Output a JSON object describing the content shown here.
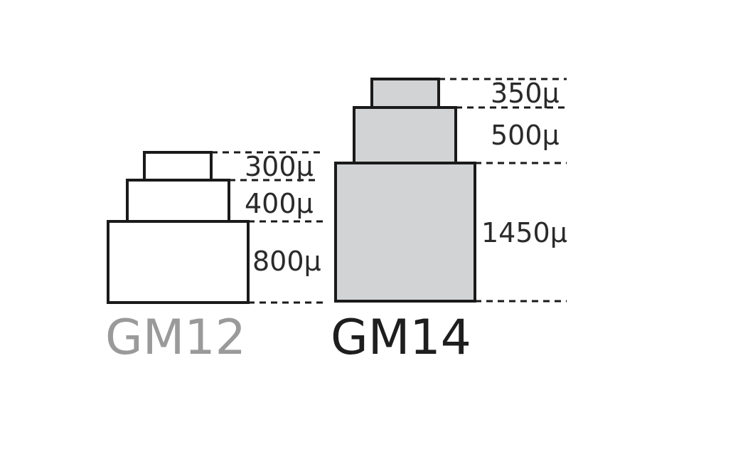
{
  "models": [
    {
      "name": "GM12",
      "name_color": "#9a9a9a",
      "fill": "#ffffff",
      "tiers": [
        {
          "label": "300µ",
          "thickness_um": 300
        },
        {
          "label": "400µ",
          "thickness_um": 400
        },
        {
          "label": "800µ",
          "thickness_um": 800
        }
      ]
    },
    {
      "name": "GM14",
      "name_color": "#1e1e1e",
      "fill": "#d2d3d5",
      "tiers": [
        {
          "label": "350µ",
          "thickness_um": 350
        },
        {
          "label": "500µ",
          "thickness_um": 500
        },
        {
          "label": "1450µ",
          "thickness_um": 1450
        }
      ]
    }
  ]
}
